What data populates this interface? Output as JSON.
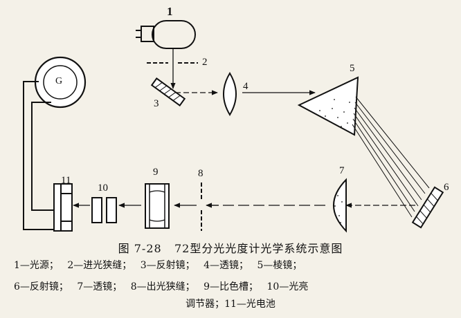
{
  "figure": {
    "id": "图 7-28",
    "title": "72型分光光度计光学系统示意图"
  },
  "labels": {
    "lamp": "1",
    "slit_in": "2",
    "mirror1": "3",
    "lens1": "4",
    "prism": "5",
    "mirror2": "6",
    "lens2": "7",
    "slit_out": "8",
    "cuvette": "9",
    "shutter": "10",
    "photocell": "11",
    "galvanometer": "G"
  },
  "legend": {
    "line1": [
      "1—光源；",
      "2—进光狭缝；",
      "3—反射镜；",
      "4—透镜；",
      "5—棱镜；"
    ],
    "line2": [
      "6—反射镜；",
      "7—透镜；",
      "8—出光狭缝；",
      "9—比色槽；",
      "10—光亮"
    ],
    "line3": "调节器；11—光电池"
  }
}
